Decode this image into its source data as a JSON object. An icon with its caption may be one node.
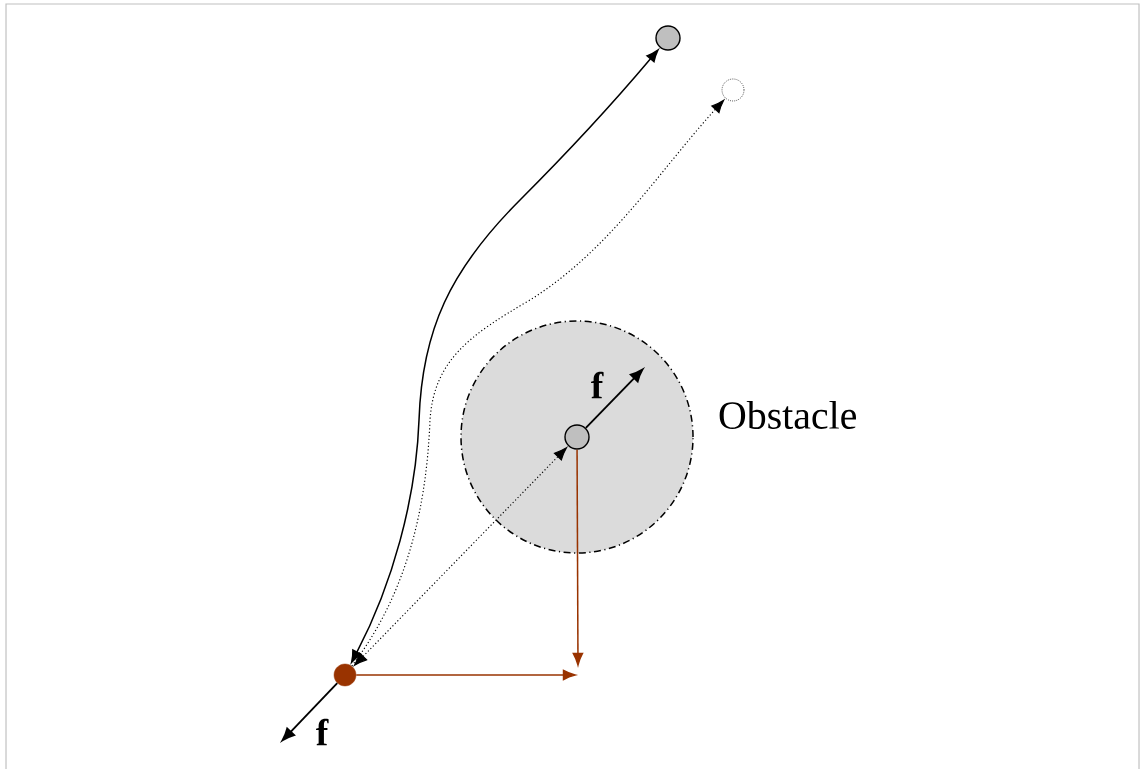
{
  "diagram": {
    "nodes": [
      {
        "text": [],
        "shape": "circle",
        "beside": [
          "Obstacle"
        ]
      },
      {
        "text": [],
        "shape": "circle",
        "in": 0
      },
      {
        "text": [],
        "shape": "circle"
      },
      {
        "text": [],
        "shape": "circle"
      },
      {
        "text": [],
        "shape": "circle"
      }
    ],
    "edges": [
      {
        "from": 2,
        "to": 3,
        "arrow": "both"
      },
      {
        "from": 2,
        "to": 4,
        "arrow": "to",
        "style": "dashed"
      },
      {
        "from": 2,
        "to": 1,
        "arrow": "both",
        "style": "dashed"
      },
      {
        "from": 1,
        "to": null,
        "arrow": "to",
        "color": "#993300"
      },
      {
        "from": 2,
        "to": null,
        "arrow": "to",
        "color": "#993300"
      }
    ],
    "labels": [
      "f",
      "f"
    ]
  }
}
